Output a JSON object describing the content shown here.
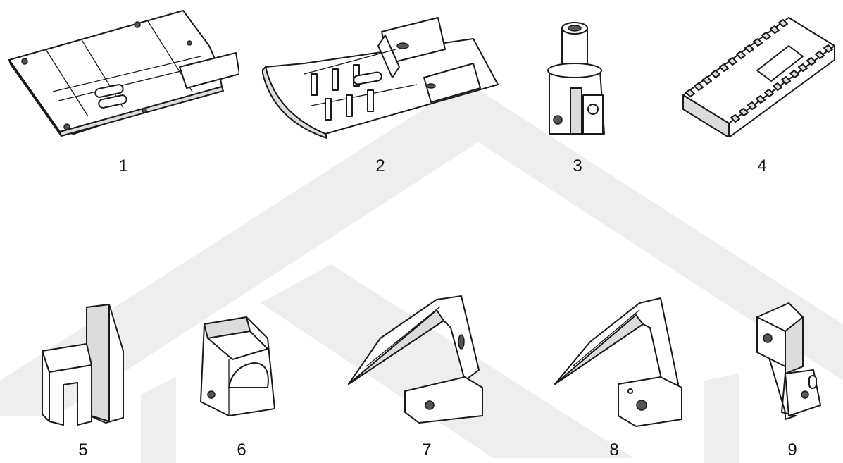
{
  "parts": [
    {
      "id": "part-1",
      "label": "1",
      "icon": "presser-foot-plate-icon"
    },
    {
      "id": "part-2",
      "label": "2",
      "icon": "curved-presser-foot-icon"
    },
    {
      "id": "part-3",
      "label": "3",
      "icon": "needle-clamp-icon"
    },
    {
      "id": "part-4",
      "label": "4",
      "icon": "feed-dog-icon"
    },
    {
      "id": "part-5",
      "label": "5",
      "icon": "upper-knife-icon"
    },
    {
      "id": "part-6",
      "label": "6",
      "icon": "needle-holder-block-icon"
    },
    {
      "id": "part-7",
      "label": "7",
      "icon": "upper-looper-icon"
    },
    {
      "id": "part-8",
      "label": "8",
      "icon": "lower-looper-icon"
    },
    {
      "id": "part-9",
      "label": "9",
      "icon": "lower-knife-icon"
    }
  ],
  "colors": {
    "background": "#ffffff",
    "line": "#1a1a1a",
    "watermark": "#eeeeee"
  }
}
